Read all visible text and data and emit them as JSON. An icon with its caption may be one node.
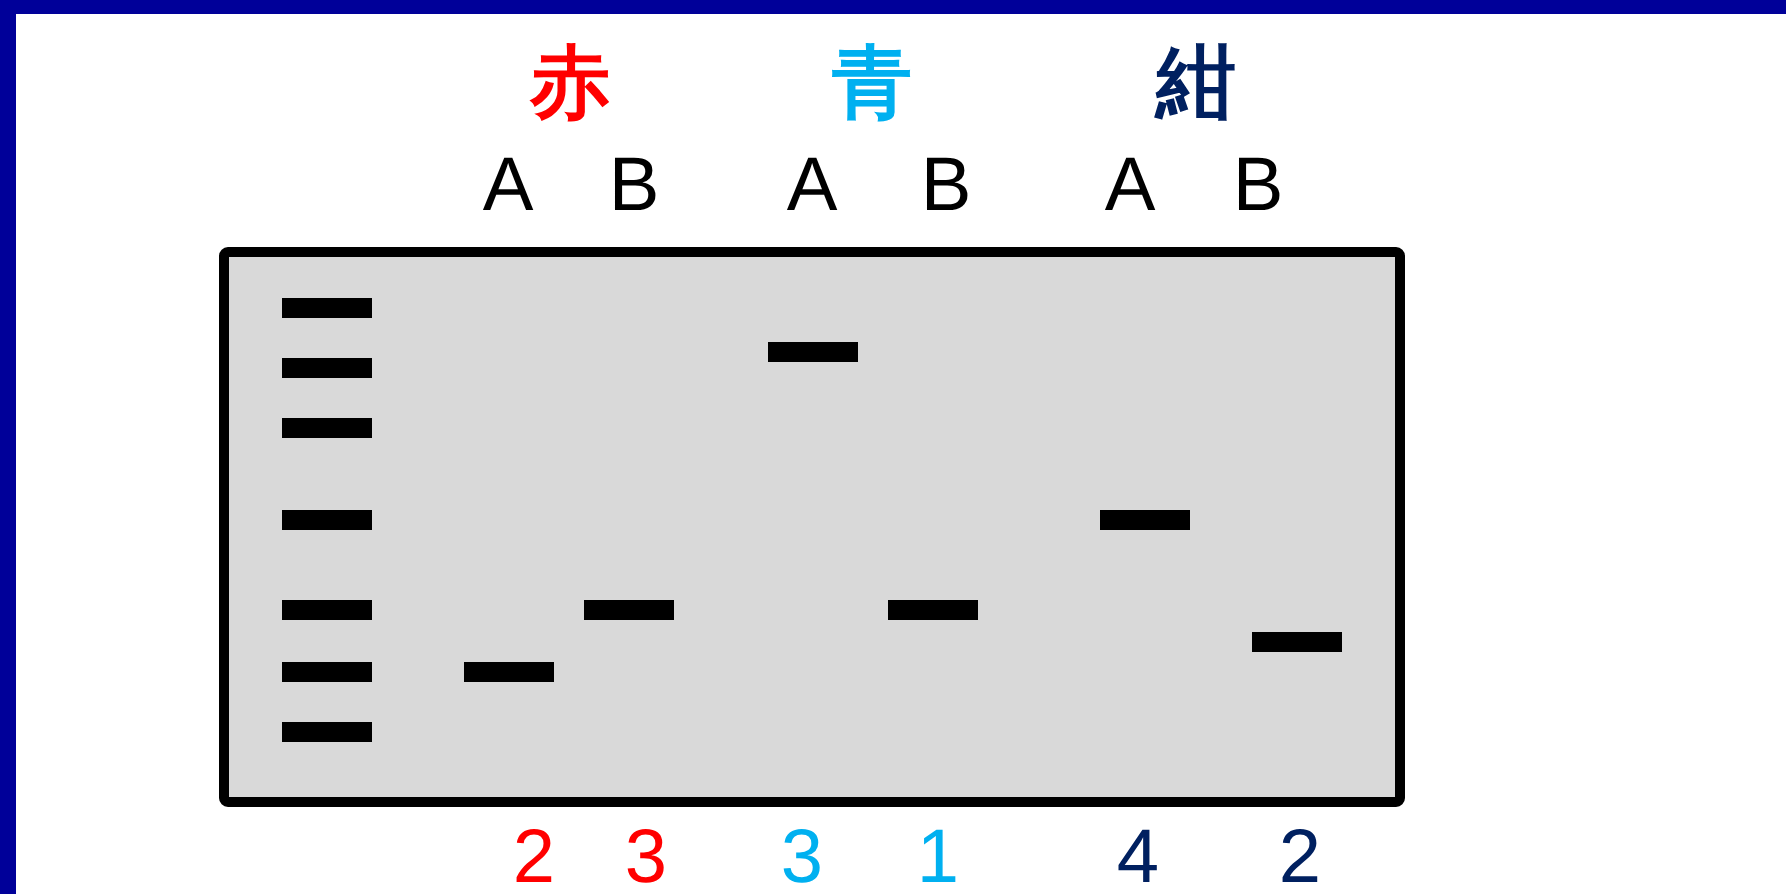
{
  "diagram": {
    "labels": [
      "赤",
      "青",
      "紺",
      "A",
      "B",
      "A",
      "B",
      "A",
      "B",
      "2",
      "3",
      "3",
      "1",
      "4",
      "2"
    ]
  }
}
